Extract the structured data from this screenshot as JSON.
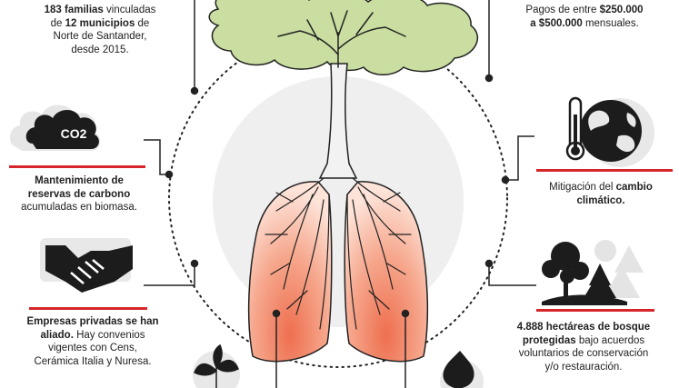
{
  "families": {
    "count_bold": "183 familias",
    "line1_rest": " vinculadas",
    "line2_pre": "de ",
    "line2_bold": "12 municipios",
    "line2_post": " de",
    "line3": "Norte de Santander,",
    "line4": "desde 2015."
  },
  "payments": {
    "line1_pre": "Pagos de entre ",
    "line1_bold": "$250.000",
    "line2_bold": "a $500.000",
    "line2_post": " mensuales."
  },
  "carbon": {
    "icon_label": "CO2",
    "line1_bold": "Mantenimiento de",
    "line2_bold": "reservas de carbono",
    "line3": "acumuladas en biomasa."
  },
  "climate": {
    "line1_pre": "Mitigación del ",
    "line1_bold": "cambio",
    "line2_bold": "climático."
  },
  "companies": {
    "line1_bold": "Empresas privadas se han",
    "line2_bold": "aliado.",
    "line2_post": " Hay convenios",
    "line3": "vigentes con Cens,",
    "line4": "Cerámica Italia y Nuresa."
  },
  "forest": {
    "line1_bold": "4.888 hectáreas de bosque",
    "line2_bold": "protegidas",
    "line2_post": " bajo acuerdos",
    "line3": "voluntarios de conservación",
    "line4": "y/o restauración."
  },
  "colors": {
    "accent_red": "#d7262b",
    "foliage": "#c9dea0",
    "lung": "#f28f70",
    "ink": "#222222"
  }
}
